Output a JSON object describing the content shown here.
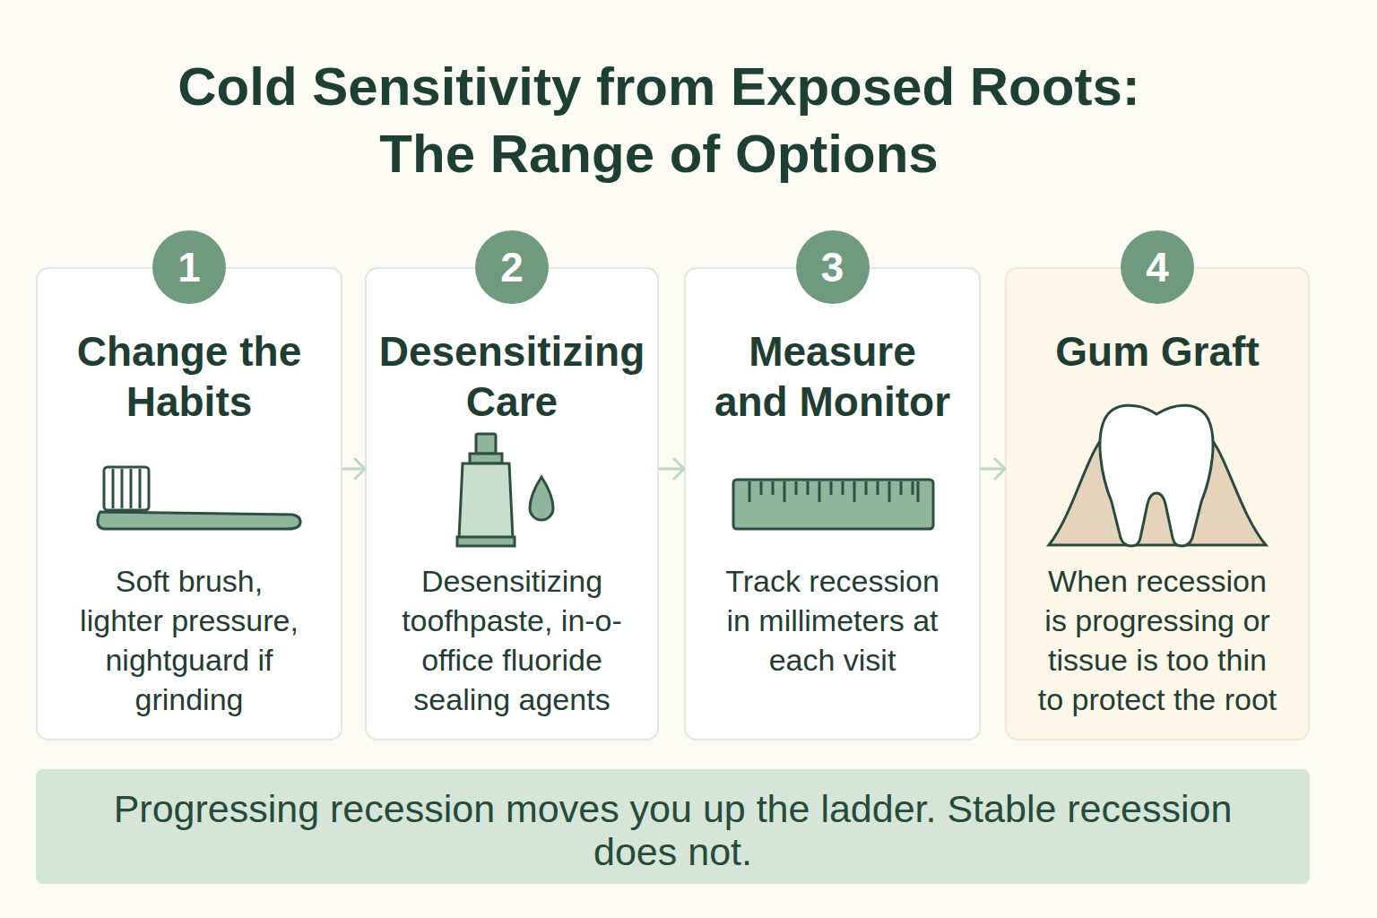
{
  "diagram": {
    "title": "Cold Sensitivity from Exposed Roots: The Range of Options",
    "nodes": [
      {
        "text": [
          "Change the Habits",
          "Soft brush, lighter pressure, nightguard if grinding"
        ]
      },
      {
        "text": [
          "1"
        ],
        "in": 0
      },
      {
        "text": [
          "Desensitizing Care",
          "Desensitizing toofhpaste, in-o- office fluoride sealing agents"
        ]
      },
      {
        "text": [
          "2"
        ],
        "in": 2
      },
      {
        "text": [
          "Measure and Monitor",
          "Track recession in millimeters at each visit"
        ]
      },
      {
        "text": [
          "3"
        ],
        "in": 4
      },
      {
        "text": [
          "Gum Graft",
          "When recession is progressing or tissue is too thin to protect the root"
        ]
      },
      {
        "text": [
          "4"
        ],
        "in": 6
      },
      {
        "text": [
          "Progressing recession moves you up the ladder. Stable recession does not."
        ]
      }
    ],
    "edges": [
      {
        "from": 0,
        "to": 2,
        "arrow": "to"
      },
      {
        "from": 2,
        "to": 4,
        "arrow": "to"
      },
      {
        "from": 4,
        "to": 6,
        "arrow": "to"
      }
    ]
  }
}
